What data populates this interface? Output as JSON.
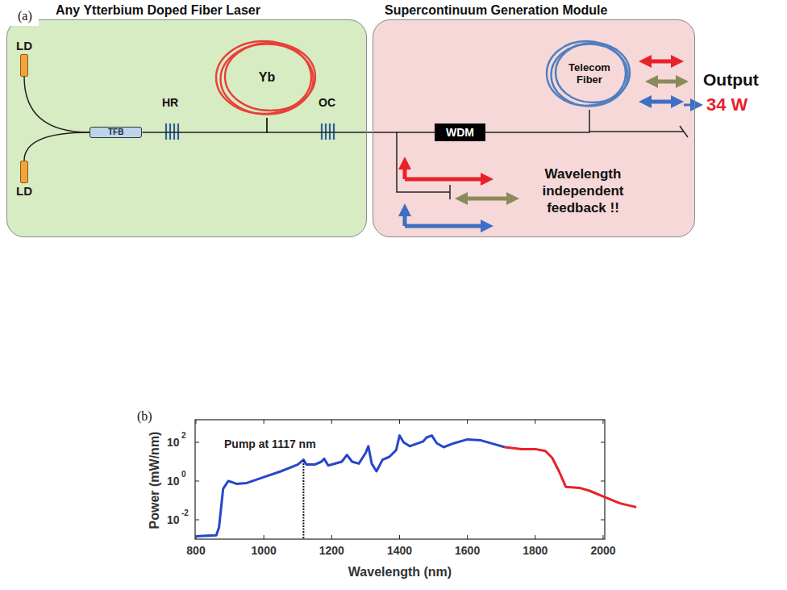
{
  "diagram": {
    "nodes": [
      {
        "text": [
          "Any Ytterbium Doped Fiber Laser"
        ]
      },
      {
        "text": [
          "LD"
        ],
        "in": 0
      },
      {
        "text": [
          "LD"
        ],
        "in": 0
      },
      {
        "text": [
          "TFB"
        ],
        "in": 0
      },
      {
        "text": [
          "Yb"
        ],
        "in": 0
      },
      {
        "text": [
          "Supercontinuum Generation Module"
        ]
      },
      {
        "text": [
          "WDM"
        ],
        "in": 5
      },
      {
        "text": [
          "Telecom Fiber"
        ],
        "in": 5
      }
    ],
    "edges": [
      {
        "from": 1,
        "to": 3,
        "arrow": "none"
      },
      {
        "from": 2,
        "to": 3,
        "arrow": "none"
      },
      {
        "from": 3,
        "to": 4,
        "arrow": "none"
      },
      {
        "from": 4,
        "to": 6,
        "arrow": "none"
      },
      {
        "from": 6,
        "to": 7,
        "arrow": "none"
      }
    ],
    "labels": [
      "(a)",
      "HR",
      "OC",
      "Wavelength independent feedback !!",
      "Output",
      "34 W",
      "(b)",
      "Pump at 1117 nm",
      "Power (mW/nm)",
      "Wavelength (nm)",
      "800",
      "1000",
      "1200",
      "1400",
      "1600",
      "1800",
      "2000",
      "10",
      "2",
      "10",
      "0",
      "10",
      "-2"
    ]
  }
}
